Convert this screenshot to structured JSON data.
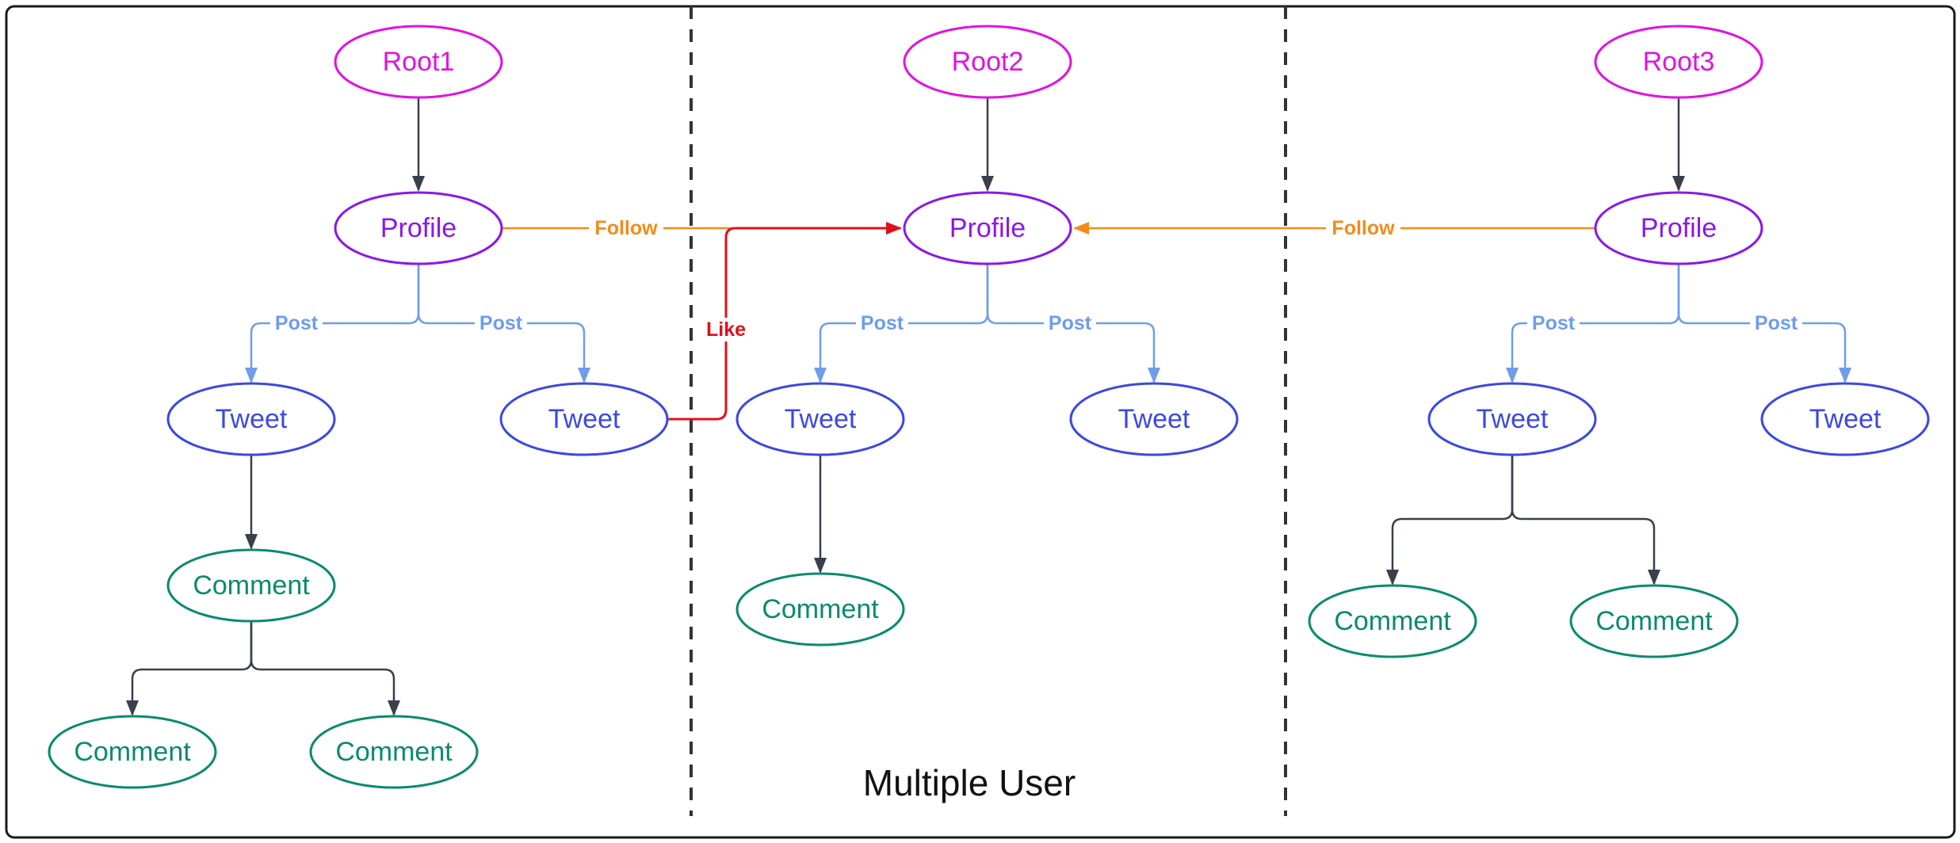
{
  "colors": {
    "root": "#e013e0",
    "profile": "#8a18e8",
    "tweet": "#3b49df",
    "comment": "#0a8a6e",
    "tree_edge": "#3a3f4b",
    "post_edge": "#6f9ceb",
    "follow_edge": "#f28c1a",
    "like_edge": "#e0101c",
    "divider": "#333333",
    "frame": "#1a1a1a"
  },
  "caption": "Multiple User",
  "nodes": [
    {
      "id": "root1",
      "type": "root",
      "label": "Root1"
    },
    {
      "id": "profile1",
      "type": "profile",
      "label": "Profile"
    },
    {
      "id": "tweet1a",
      "type": "tweet",
      "label": "Tweet"
    },
    {
      "id": "tweet1b",
      "type": "tweet",
      "label": "Tweet"
    },
    {
      "id": "comment1",
      "type": "comment",
      "label": "Comment"
    },
    {
      "id": "comment1a",
      "type": "comment",
      "label": "Comment"
    },
    {
      "id": "comment1b",
      "type": "comment",
      "label": "Comment"
    },
    {
      "id": "root2",
      "type": "root",
      "label": "Root2"
    },
    {
      "id": "profile2",
      "type": "profile",
      "label": "Profile"
    },
    {
      "id": "tweet2a",
      "type": "tweet",
      "label": "Tweet"
    },
    {
      "id": "tweet2b",
      "type": "tweet",
      "label": "Tweet"
    },
    {
      "id": "comment2",
      "type": "comment",
      "label": "Comment"
    },
    {
      "id": "root3",
      "type": "root",
      "label": "Root3"
    },
    {
      "id": "profile3",
      "type": "profile",
      "label": "Profile"
    },
    {
      "id": "tweet3a",
      "type": "tweet",
      "label": "Tweet"
    },
    {
      "id": "tweet3b",
      "type": "tweet",
      "label": "Tweet"
    },
    {
      "id": "comment3a",
      "type": "comment",
      "label": "Comment"
    },
    {
      "id": "comment3b",
      "type": "comment",
      "label": "Comment"
    }
  ],
  "edges": [
    {
      "id": "e-root1-profile1",
      "kind": "tree",
      "from": "root1",
      "to": "profile1",
      "label": ""
    },
    {
      "id": "e-profile1-tweet1a",
      "kind": "post",
      "from": "profile1",
      "to": "tweet1a",
      "label": "Post"
    },
    {
      "id": "e-profile1-tweet1b",
      "kind": "post",
      "from": "profile1",
      "to": "tweet1b",
      "label": "Post"
    },
    {
      "id": "e-tweet1a-comment1",
      "kind": "tree",
      "from": "tweet1a",
      "to": "comment1",
      "label": ""
    },
    {
      "id": "e-comment1-comment1a",
      "kind": "tree",
      "from": "comment1",
      "to": "comment1a",
      "label": ""
    },
    {
      "id": "e-comment1-comment1b",
      "kind": "tree",
      "from": "comment1",
      "to": "comment1b",
      "label": ""
    },
    {
      "id": "e-root2-profile2",
      "kind": "tree",
      "from": "root2",
      "to": "profile2",
      "label": ""
    },
    {
      "id": "e-profile2-tweet2a",
      "kind": "post",
      "from": "profile2",
      "to": "tweet2a",
      "label": "Post"
    },
    {
      "id": "e-profile2-tweet2b",
      "kind": "post",
      "from": "profile2",
      "to": "tweet2b",
      "label": "Post"
    },
    {
      "id": "e-tweet2a-comment2",
      "kind": "tree",
      "from": "tweet2a",
      "to": "comment2",
      "label": ""
    },
    {
      "id": "e-root3-profile3",
      "kind": "tree",
      "from": "root3",
      "to": "profile3",
      "label": ""
    },
    {
      "id": "e-profile3-tweet3a",
      "kind": "post",
      "from": "profile3",
      "to": "tweet3a",
      "label": "Post"
    },
    {
      "id": "e-profile3-tweet3b",
      "kind": "post",
      "from": "profile3",
      "to": "tweet3b",
      "label": "Post"
    },
    {
      "id": "e-tweet3a-comment3a",
      "kind": "tree",
      "from": "tweet3a",
      "to": "comment3a",
      "label": ""
    },
    {
      "id": "e-tweet3a-comment3b",
      "kind": "tree",
      "from": "tweet3a",
      "to": "comment3b",
      "label": ""
    },
    {
      "id": "e-profile1-profile2",
      "kind": "follow",
      "from": "profile1",
      "to": "profile2",
      "label": "Follow"
    },
    {
      "id": "e-profile3-profile2",
      "kind": "follow",
      "from": "profile3",
      "to": "profile2",
      "label": "Follow"
    },
    {
      "id": "e-tweet1b-profile2",
      "kind": "like",
      "from": "tweet1b",
      "to": "profile2",
      "label": "Like"
    }
  ]
}
